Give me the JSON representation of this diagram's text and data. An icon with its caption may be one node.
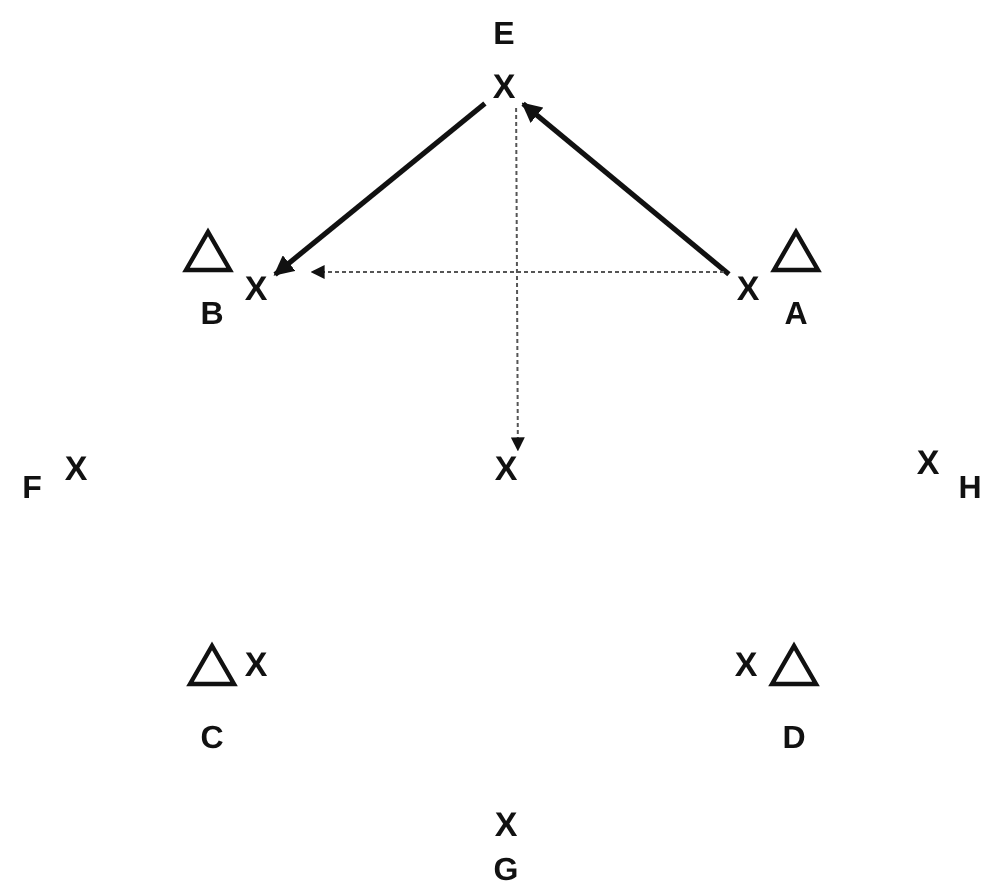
{
  "diagram": {
    "nodes": [
      {
        "text": [
          "X"
        ],
        "beside": [
          "E"
        ]
      },
      {
        "text": [
          "X"
        ],
        "beside": [
          "B"
        ]
      },
      {
        "text": [
          "X"
        ],
        "beside": [
          "A"
        ]
      },
      {
        "text": [
          "X"
        ]
      },
      {
        "text": [
          "X"
        ],
        "beside": [
          "F"
        ]
      },
      {
        "text": [
          "X"
        ],
        "beside": [
          "H"
        ]
      },
      {
        "text": [
          "X"
        ],
        "beside": [
          "C"
        ]
      },
      {
        "text": [
          "X"
        ],
        "beside": [
          "D"
        ]
      },
      {
        "text": [
          "X"
        ],
        "beside": [
          "G"
        ]
      }
    ],
    "edges": [
      {
        "from": 0,
        "to": 1,
        "arrow": "to",
        "style": "thick"
      },
      {
        "from": 2,
        "to": 0,
        "arrow": "to",
        "style": "thick"
      },
      {
        "from": 2,
        "to": 1,
        "arrow": "to",
        "style": "dashed"
      },
      {
        "from": 0,
        "to": 3,
        "arrow": "to",
        "style": "dashed"
      }
    ]
  }
}
